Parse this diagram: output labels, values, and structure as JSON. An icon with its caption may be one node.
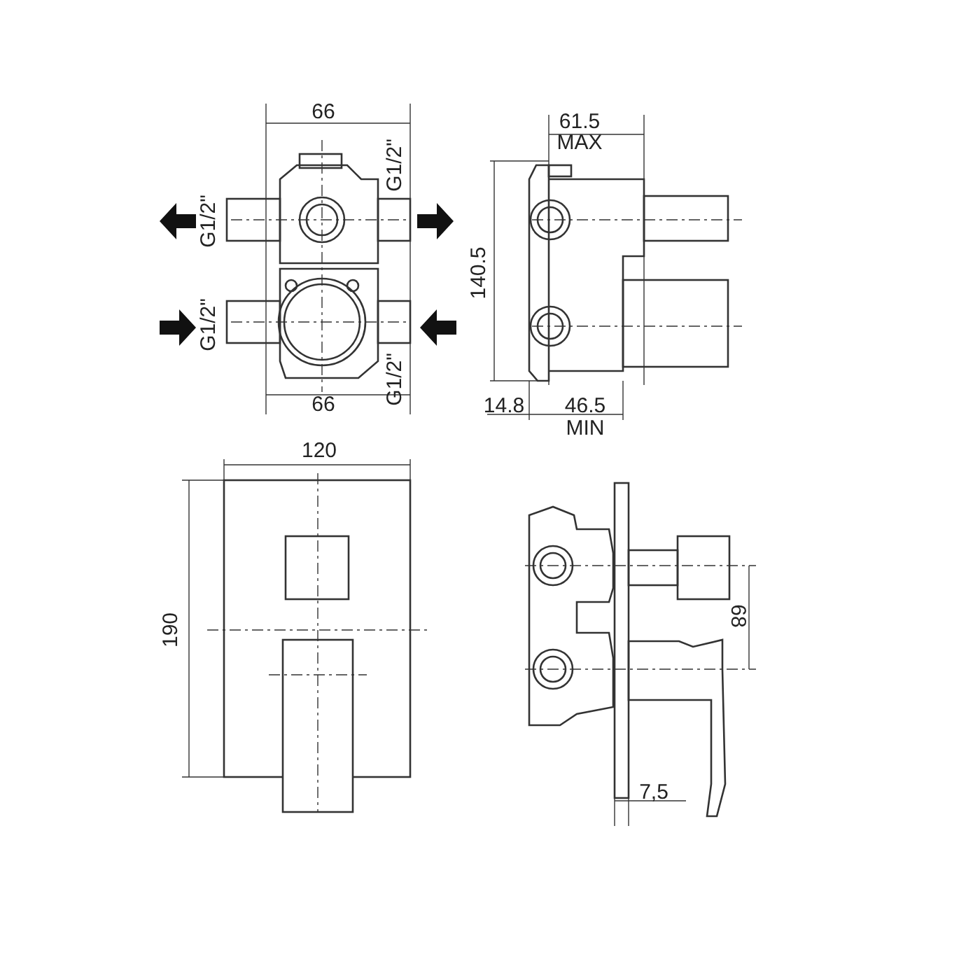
{
  "diagram": {
    "labels": [
      "66",
      "61.5",
      "MAX",
      "G1/2\"",
      "G1/2\"",
      "140.5",
      "G1/2\"",
      "G1/2\"",
      "66",
      "14.8",
      "46.5",
      "MIN",
      "120",
      "190",
      "68",
      "7,5"
    ]
  }
}
